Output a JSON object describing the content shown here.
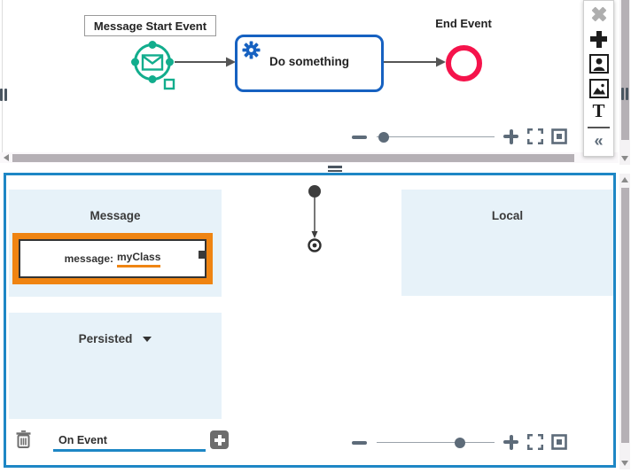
{
  "diagram": {
    "start_event_label": "Message Start Event",
    "task_label": "Do something",
    "end_event_label": "End Event"
  },
  "toolbar": {
    "text_tool_glyph": "T",
    "collapse_glyph": "«"
  },
  "zoom_controls": {
    "top_slider_position": 0.06,
    "bottom_slider_position": 0.71
  },
  "event_panel": {
    "sections": {
      "message": "Message",
      "local": "Local",
      "persisted": "Persisted"
    },
    "selected_message": {
      "prefix": "message:",
      "name": "myClass"
    },
    "footer": {
      "tab_label": "On Event"
    }
  },
  "colors": {
    "panel_border_blue": "#1e87c5",
    "selection_orange": "#ef8412",
    "start_event_green": "#12ad8d",
    "task_border_blue": "#1661c1",
    "end_event_red": "#f5134b",
    "section_background": "#e7f2f9",
    "icon_slate": "#5d6b79"
  }
}
